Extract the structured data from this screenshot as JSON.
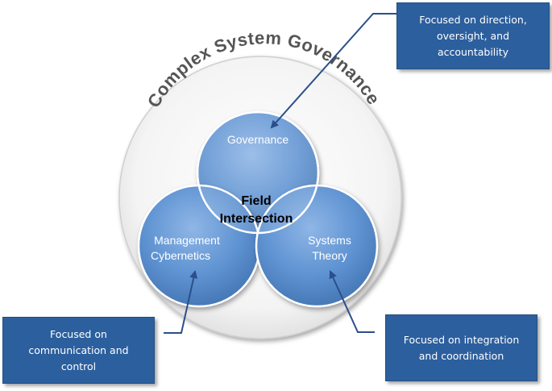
{
  "diagram": {
    "ring_title": "Complex System Governance",
    "circles": {
      "governance": "Governance",
      "management_line1": "Management",
      "management_line2": "Cybernetics",
      "systems_line1": "Systems",
      "systems_line2": "Theory"
    },
    "center_line1": "Field",
    "center_line2": "Intersection"
  },
  "callouts": {
    "top": [
      "Focused on direction,",
      "oversight, and",
      "accountability"
    ],
    "left": [
      "Focused on",
      "communication and",
      "control"
    ],
    "right": [
      "Focused on integration",
      "and coordination"
    ]
  },
  "colors": {
    "circle_fill": "#5b8fcf",
    "callout_fill": "#2c5f9e",
    "ring_text": "#555555",
    "arrow": "#2a4f8a"
  }
}
